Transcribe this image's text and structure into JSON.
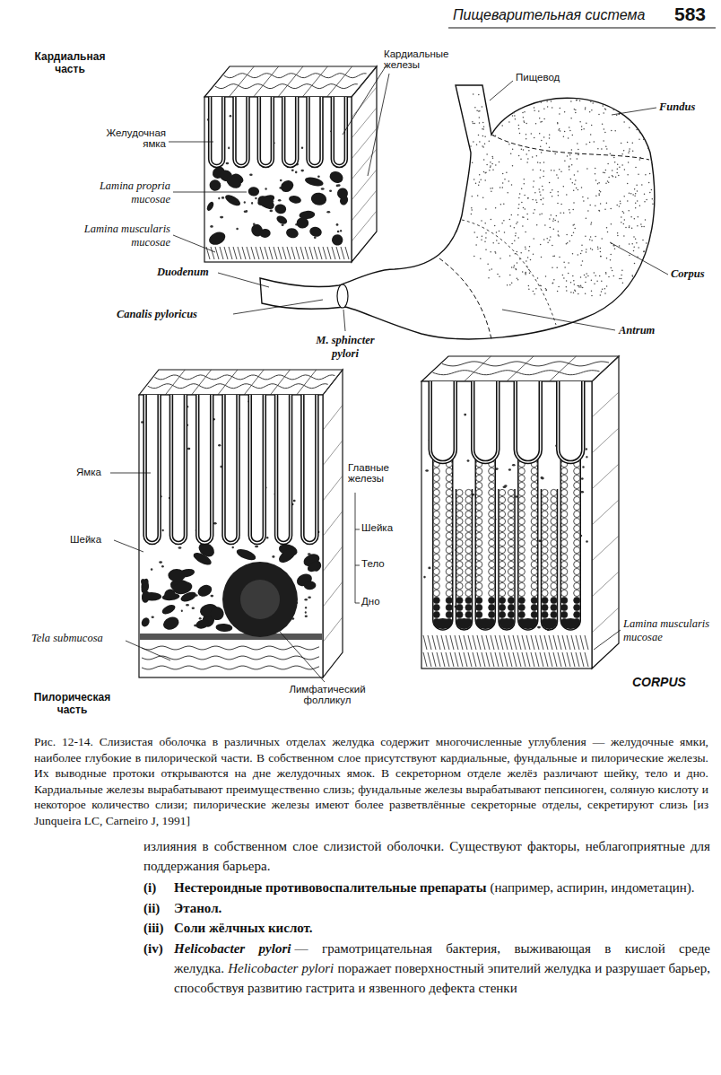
{
  "diagram": {
    "caption": "Рис. 12-14. Слизистая оболочка в различных отделах желудка содержит многочисленные углубления — желудочные ямки, наиболее глубокие в пилорической части. В собственном слое присутствуют кардиальные, фундальные и пилорические железы. Их выводные протоки открываются на дне желудочных ямок. В секреторном отделе желёз различают шейку, тело и дно. Кардиальные железы вырабатывают преимущественно слизь; фундальные железы вырабатывают пепсиноген, соляную кислоту и некоторое количество слизи; пилорические железы имеют более разветвлённые секреторные отделы, секретируют слизь [из Junqueira LC, Carneiro J, 1991]",
    "labels": [
      "Пищеварительная система",
      "583",
      "Кардиальная часть",
      "Кардиальные железы",
      "Пищевод",
      "Fundus",
      "Желудочная ямка",
      "Lamina propria mucosae",
      "Lamina muscularis mucosae",
      "Duodenum",
      "Corpus",
      "Canalis pyloricus",
      "Antrum",
      "M. sphincter pylori",
      "Ямка",
      "Главные железы",
      "Шейка",
      "Шейка",
      "Тело",
      "Дно",
      "Tela submucosa",
      "Lamina muscularis mucosae",
      "CORPUS",
      "Лимфатический фолликул",
      "Пилорическая часть",
      "излияния в собственном слое слизистой оболочки. Существуют факторы, неблагоприятные для поддержания барьера.",
      "(i)",
      "Нестероидные противовоспалительные препараты",
      "(например, аспирин, индометацин).",
      "(ii)",
      "Этанол.",
      "(iii)",
      "Соли жёлчных кислот.",
      "(iv)",
      "Helicobacter pylori",
      "— грамотрицательная бактерия, выживающая в кислой среде желудка.",
      "Helicobacter pylori",
      "поражает поверхностный эпителий желудка и разрушает барьер, способствуя развитию гастрита и язвенного дефекта стенки"
    ]
  }
}
